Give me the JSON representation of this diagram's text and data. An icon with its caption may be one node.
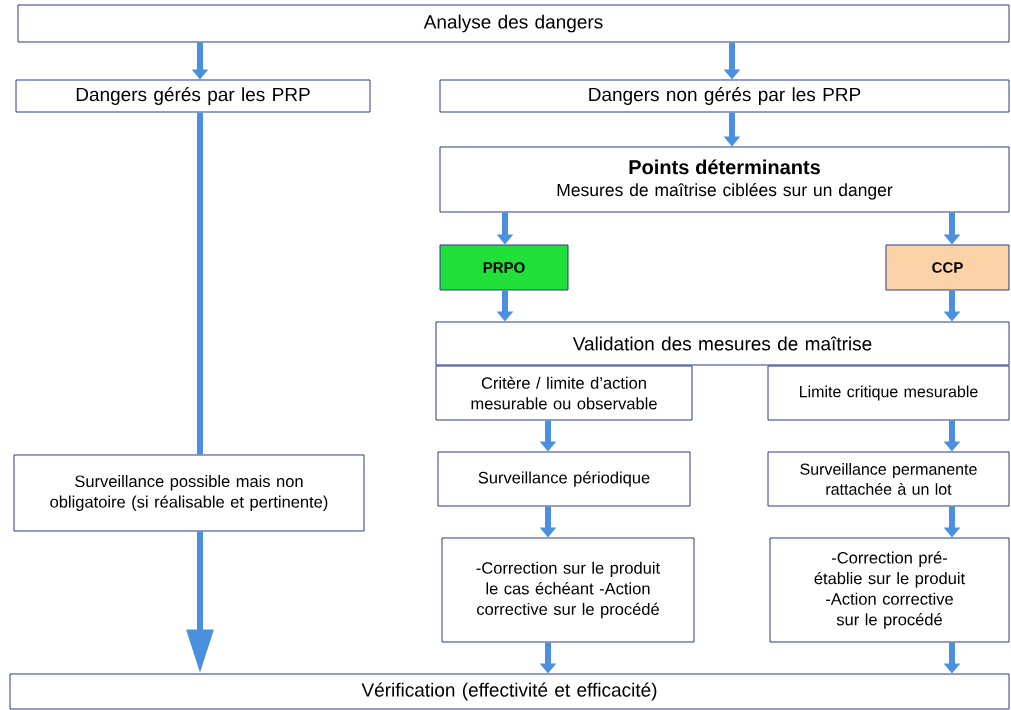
{
  "diagram": {
    "nodes": [
      {
        "text": [
          "Analyse des dangers"
        ]
      },
      {
        "text": [
          "Dangers gérés par les PRP"
        ]
      },
      {
        "text": [
          "Dangers non gérés par les PRP"
        ]
      },
      {
        "text": [
          "Points déterminants",
          "Mesures de maîtrise ciblées sur un danger"
        ]
      },
      {
        "text": [
          "PRPO"
        ]
      },
      {
        "text": [
          "CCP"
        ]
      },
      {
        "text": [
          "Validation des mesures de maîtrise"
        ]
      },
      {
        "text": [
          "Critère / limite d’action mesurable ou observable"
        ]
      },
      {
        "text": [
          "Limite critique mesurable"
        ]
      },
      {
        "text": [
          "Surveillance possible mais non obligatoire (si réalisable et pertinente)"
        ]
      },
      {
        "text": [
          "Surveillance périodique"
        ]
      },
      {
        "text": [
          "Surveillance permanente rattachée à un lot"
        ]
      },
      {
        "text": [
          "-Correction sur le produit le cas échéant -Action corrective sur le procédé"
        ]
      },
      {
        "text": [
          "-Correction pré-établie sur le produit -Action corrective sur le procédé"
        ]
      },
      {
        "text": [
          "Vérification (effectivité et efficacité)"
        ]
      }
    ],
    "edges": [
      {
        "from": 0,
        "to": 1,
        "arrow": "to"
      },
      {
        "from": 0,
        "to": 2,
        "arrow": "to"
      },
      {
        "from": 2,
        "to": 3,
        "arrow": "to"
      },
      {
        "from": 3,
        "to": 4,
        "arrow": "to"
      },
      {
        "from": 3,
        "to": 5,
        "arrow": "to"
      },
      {
        "from": 4,
        "to": 6,
        "arrow": "to"
      },
      {
        "from": 5,
        "to": 6,
        "arrow": "to"
      },
      {
        "from": 7,
        "to": 10,
        "arrow": "to"
      },
      {
        "from": 8,
        "to": 11,
        "arrow": "to"
      },
      {
        "from": 10,
        "to": 12,
        "arrow": "to"
      },
      {
        "from": 11,
        "to": 13,
        "arrow": "to"
      },
      {
        "from": 12,
        "to": 14,
        "arrow": "to"
      },
      {
        "from": 13,
        "to": 14,
        "arrow": "to"
      },
      {
        "from": 1,
        "to": 9,
        "arrow": "none"
      },
      {
        "from": 9,
        "to": 14,
        "arrow": "to"
      }
    ]
  }
}
